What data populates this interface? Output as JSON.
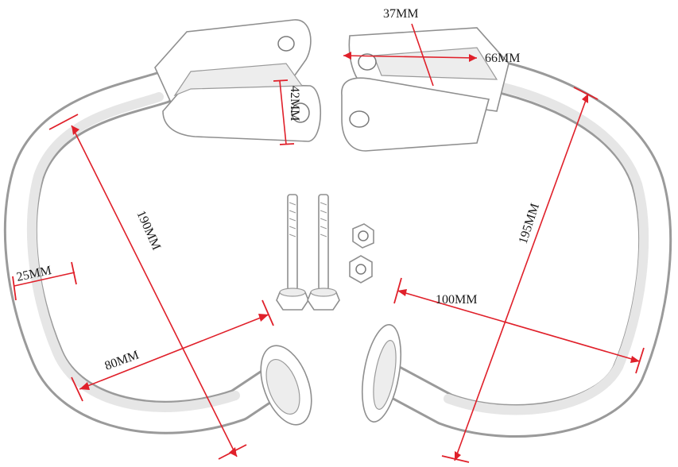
{
  "dimensions": {
    "bracket_width": "37MM",
    "bracket_length": "66MM",
    "bracket_height": "42MM",
    "left_height": "190MM",
    "tube_diameter": "25MM",
    "left_depth": "80MM",
    "right_height": "195MM",
    "right_depth": "100MM"
  },
  "colors": {
    "dimension_lines": "#e0202a",
    "metal_outline": "#8f8f8f",
    "background": "#ffffff"
  },
  "hardware": {
    "bolts": 2,
    "nuts": 2
  }
}
